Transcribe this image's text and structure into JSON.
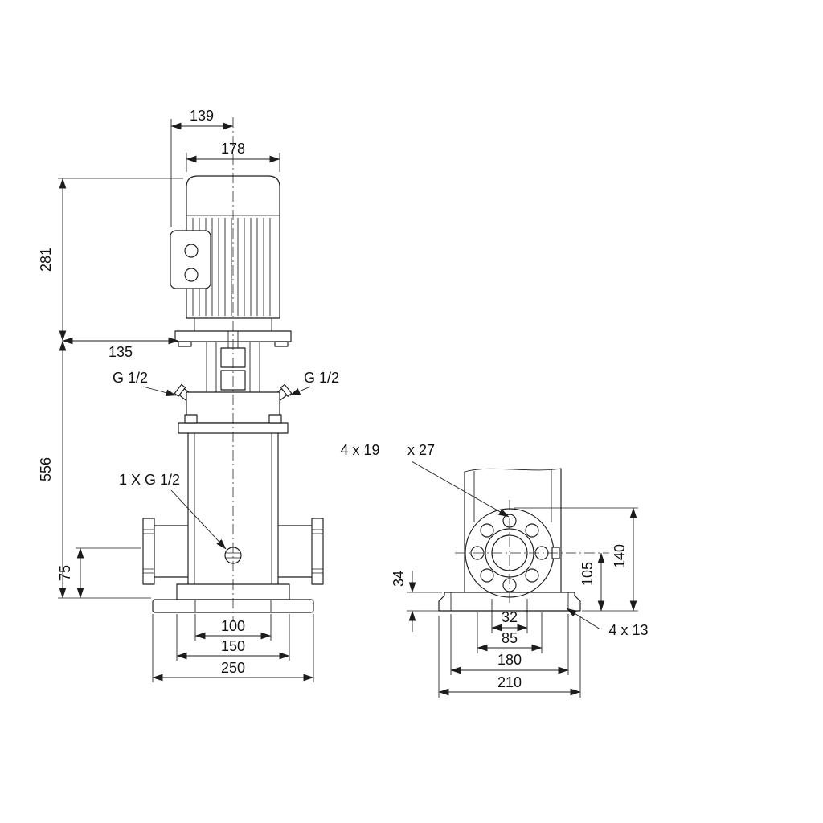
{
  "front_view": {
    "dims": {
      "d139": "139",
      "d178": "178",
      "d281": "281",
      "d135": "135",
      "d556": "556",
      "d75": "75",
      "d100": "100",
      "d150": "150",
      "d250": "250"
    },
    "labels": {
      "port_left": "G 1/2",
      "port_right": "G 1/2",
      "drain": "1 X G 1/2"
    }
  },
  "side_view": {
    "dims": {
      "d34": "34",
      "d105": "105",
      "d140": "140",
      "d32": "32",
      "d85": "85",
      "d180": "180",
      "d210": "210"
    },
    "labels": {
      "flange_holes_a": "4 x 19",
      "flange_holes_b": "x 27",
      "base_holes": "4 x 13"
    }
  }
}
